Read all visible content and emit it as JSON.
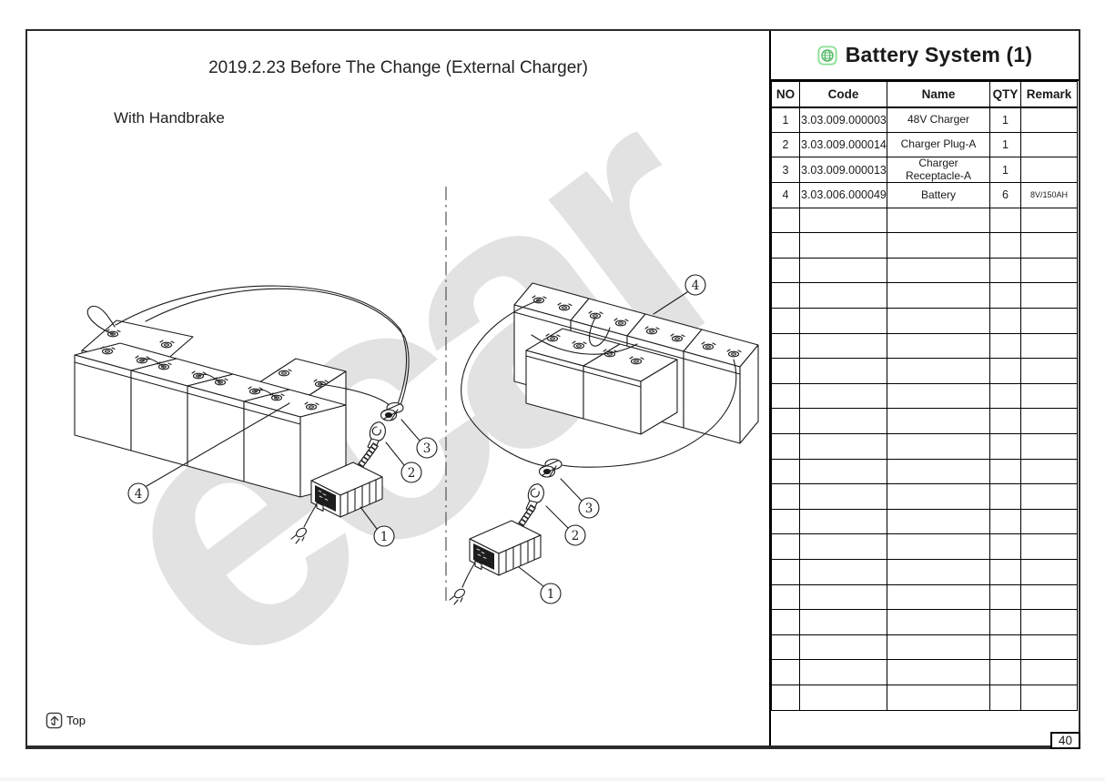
{
  "page": {
    "title": "2019.2.23 Before The Change (External Charger)",
    "subtitle": "With Handbrake",
    "watermark": "ecar",
    "top_label": "Top",
    "page_number": "40"
  },
  "parts_table": {
    "title": "Battery System (1)",
    "header_icon": "globe-icon",
    "columns": [
      "NO",
      "Code",
      "Name",
      "QTY",
      "Remark"
    ],
    "rows": [
      {
        "no": "1",
        "code": "3.03.009.000003",
        "name": "48V Charger",
        "qty": "1",
        "remark": ""
      },
      {
        "no": "2",
        "code": "3.03.009.000014",
        "name": "Charger Plug-A",
        "qty": "1",
        "remark": ""
      },
      {
        "no": "3",
        "code": "3.03.009.000013",
        "name": "Charger Receptacle-A",
        "qty": "1",
        "remark": ""
      },
      {
        "no": "4",
        "code": "3.03.006.000049",
        "name": "Battery",
        "qty": "6",
        "remark": "8V/150AH"
      }
    ],
    "empty_rows": 20
  },
  "diagram": {
    "callouts": [
      "1",
      "2",
      "3",
      "4"
    ]
  },
  "colors": {
    "accent_green_light": "#8adf95",
    "accent_green": "#4db763",
    "line": "#1c1c1c",
    "watermark_gray": "#e2e2e2"
  }
}
